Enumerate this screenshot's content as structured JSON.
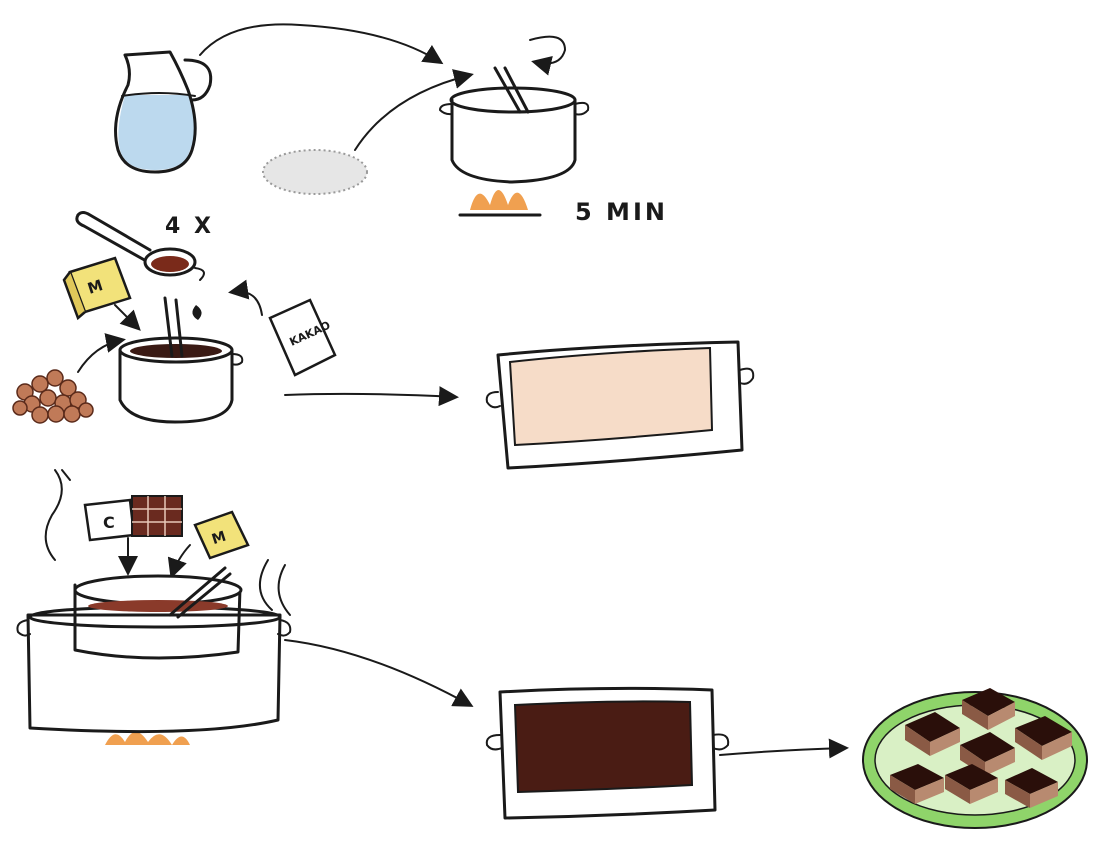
{
  "labels": {
    "cook_time": "5 MIN",
    "spoon_count": "4 X",
    "cocoa_box_label": "KAKAO",
    "butter_left_label": "M",
    "butter_right_label": "M",
    "chocolate_box_label": "C"
  },
  "colors": {
    "ink": "#1a1a1a",
    "water": "#bcd9ee",
    "flame": "#f0a050",
    "butter": "#f2e27a",
    "cocoa_liquid": "#7a2a1a",
    "hazelnut": "#c07a58",
    "pastry_fill": "#f6dcc8",
    "chocolate": "#4a1c14",
    "plate": "#8fd46a"
  }
}
